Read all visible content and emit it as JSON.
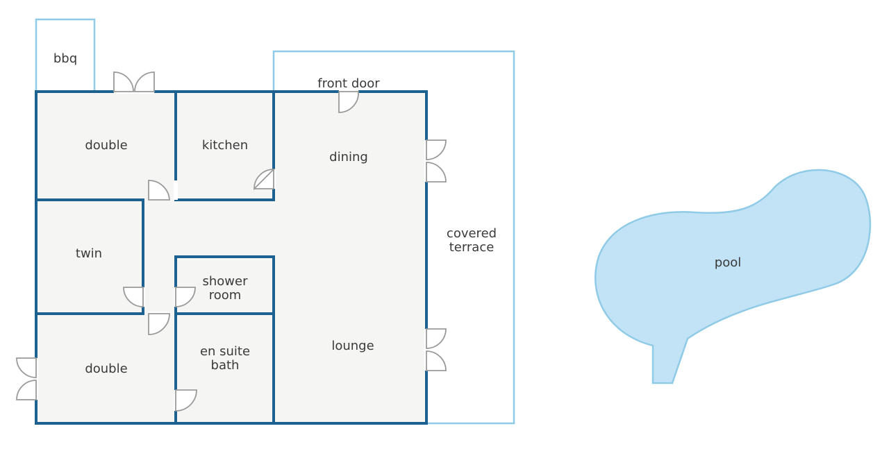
{
  "rooms": {
    "bbq": "bbq",
    "front_door": "front door",
    "double_top": "double",
    "kitchen": "kitchen",
    "dining": "dining",
    "covered_terrace_1": "covered",
    "covered_terrace_2": "terrace",
    "twin": "twin",
    "shower_room_1": "shower",
    "shower_room_2": "room",
    "lounge": "lounge",
    "double_bottom": "double",
    "en_suite_1": "en suite",
    "en_suite_2": "bath",
    "pool": "pool"
  },
  "colors": {
    "wall": "#1d6191",
    "outline": "#8fcbe6",
    "floor": "#f5f5f4",
    "pool": "#c2e2f6",
    "door": "#9a9a9a"
  }
}
